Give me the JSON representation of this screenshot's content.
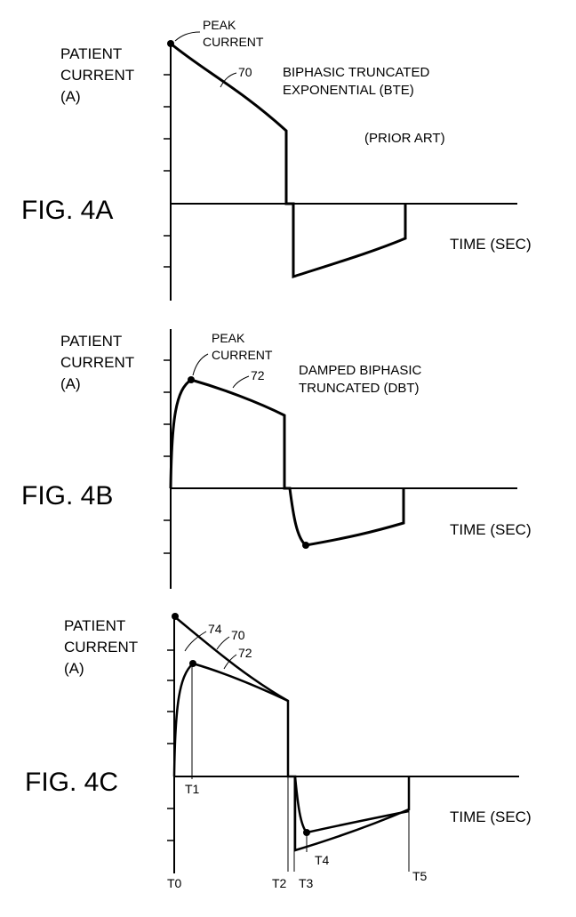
{
  "colors": {
    "ink": "#000000",
    "paper": "#ffffff"
  },
  "fig4a": {
    "title": "FIG. 4A",
    "ylabel": [
      "PATIENT",
      "CURRENT",
      "(A)"
    ],
    "xlabel": "TIME (SEC)",
    "peak_label": [
      "PEAK",
      "CURRENT"
    ],
    "ref_70": "70",
    "waveform_name": [
      "BIPHASIC TRUNCATED",
      "EXPONENTIAL (BTE)"
    ],
    "prior_art": "(PRIOR ART)"
  },
  "fig4b": {
    "title": "FIG. 4B",
    "ylabel": [
      "PATIENT",
      "CURRENT",
      "(A)"
    ],
    "xlabel": "TIME (SEC)",
    "peak_label": [
      "PEAK",
      "CURRENT"
    ],
    "ref_72": "72",
    "waveform_name": [
      "DAMPED BIPHASIC",
      "TRUNCATED (DBT)"
    ]
  },
  "fig4c": {
    "title": "FIG. 4C",
    "ylabel": [
      "PATIENT",
      "CURRENT",
      "(A)"
    ],
    "xlabel": "TIME (SEC)",
    "ref_74": "74",
    "ref_70": "70",
    "ref_72": "72",
    "time_markers": {
      "t0": "T0",
      "t1": "T1",
      "t2": "T2",
      "t3": "T3",
      "t4": "T4",
      "t5": "T5"
    }
  }
}
